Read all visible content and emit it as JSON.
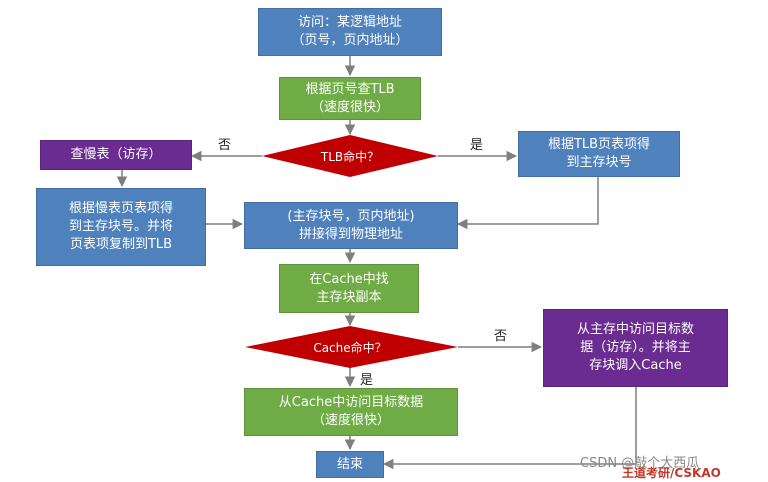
{
  "nodes": {
    "access": [
      "访问：某逻辑地址",
      "（页号，页内地址）"
    ],
    "check_tlb": [
      "根据页号查TLB",
      "（速度很快）"
    ],
    "tlb_hit": "TLB命中？",
    "slow_table": "查慢表（访存）",
    "tlb_entry": [
      "根据TLB页表项得",
      "到主存块号"
    ],
    "slow_entry": [
      "根据慢表页表项得",
      "到主存块号。并将",
      "页表项复制到TLB"
    ],
    "physical": [
      "(主存块号，页内地址)",
      "拼接得到物理地址"
    ],
    "find_cache": [
      "在Cache中找",
      "主存块副本"
    ],
    "cache_hit": "Cache命中？",
    "memory_access": [
      "从主存中访问目标数",
      "据（访存）。并将主",
      "存块调入Cache"
    ],
    "cache_access": [
      "从Cache中访问目标数据",
      "（速度很快）"
    ],
    "end": "结束"
  },
  "labels": {
    "tlb_no": "否",
    "tlb_yes": "是",
    "cache_no": "否",
    "cache_yes": "是"
  },
  "watermark": {
    "csdn": "CSDN @敲个大西瓜",
    "brand": "王道考研/CSKAO"
  },
  "colors": {
    "blue_box": "#4f81bd",
    "green_box": "#6fac46",
    "purple_box": "#6b2c91",
    "diamond": "#c00000",
    "arrow": "#7f7f7f"
  }
}
